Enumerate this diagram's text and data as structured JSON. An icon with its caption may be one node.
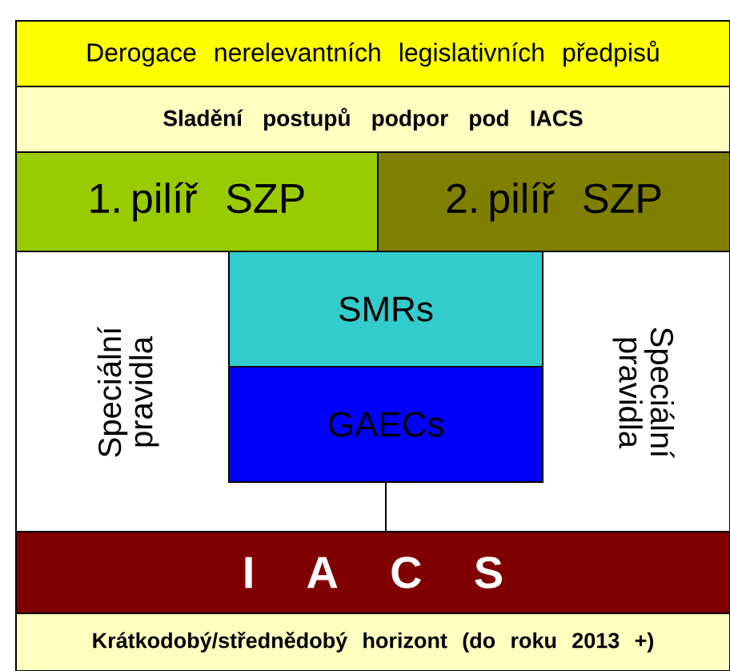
{
  "diagram": {
    "nodes": [
      {
        "text": [
          "Derogace nerelevantních legislativních předpisů"
        ]
      },
      {
        "text": [
          "Sladění postupů podpor pod IACS"
        ]
      },
      {
        "text": [
          "1. pilíř SZP"
        ]
      },
      {
        "text": [
          "2. pilíř SZP"
        ]
      },
      {
        "text": [
          "Speciální pravidla"
        ]
      },
      {
        "text": [
          "SMRs"
        ]
      },
      {
        "text": [
          "GAECs"
        ]
      },
      {
        "text": [
          "Speciální pravidla"
        ]
      },
      {
        "text": [
          "I A C S"
        ]
      },
      {
        "text": [
          "Krátkodobý/střednědobý horizont (do roku 2013 +)"
        ]
      }
    ],
    "edges": [
      {
        "from": 6,
        "to": 8,
        "arrow": "none"
      }
    ]
  }
}
